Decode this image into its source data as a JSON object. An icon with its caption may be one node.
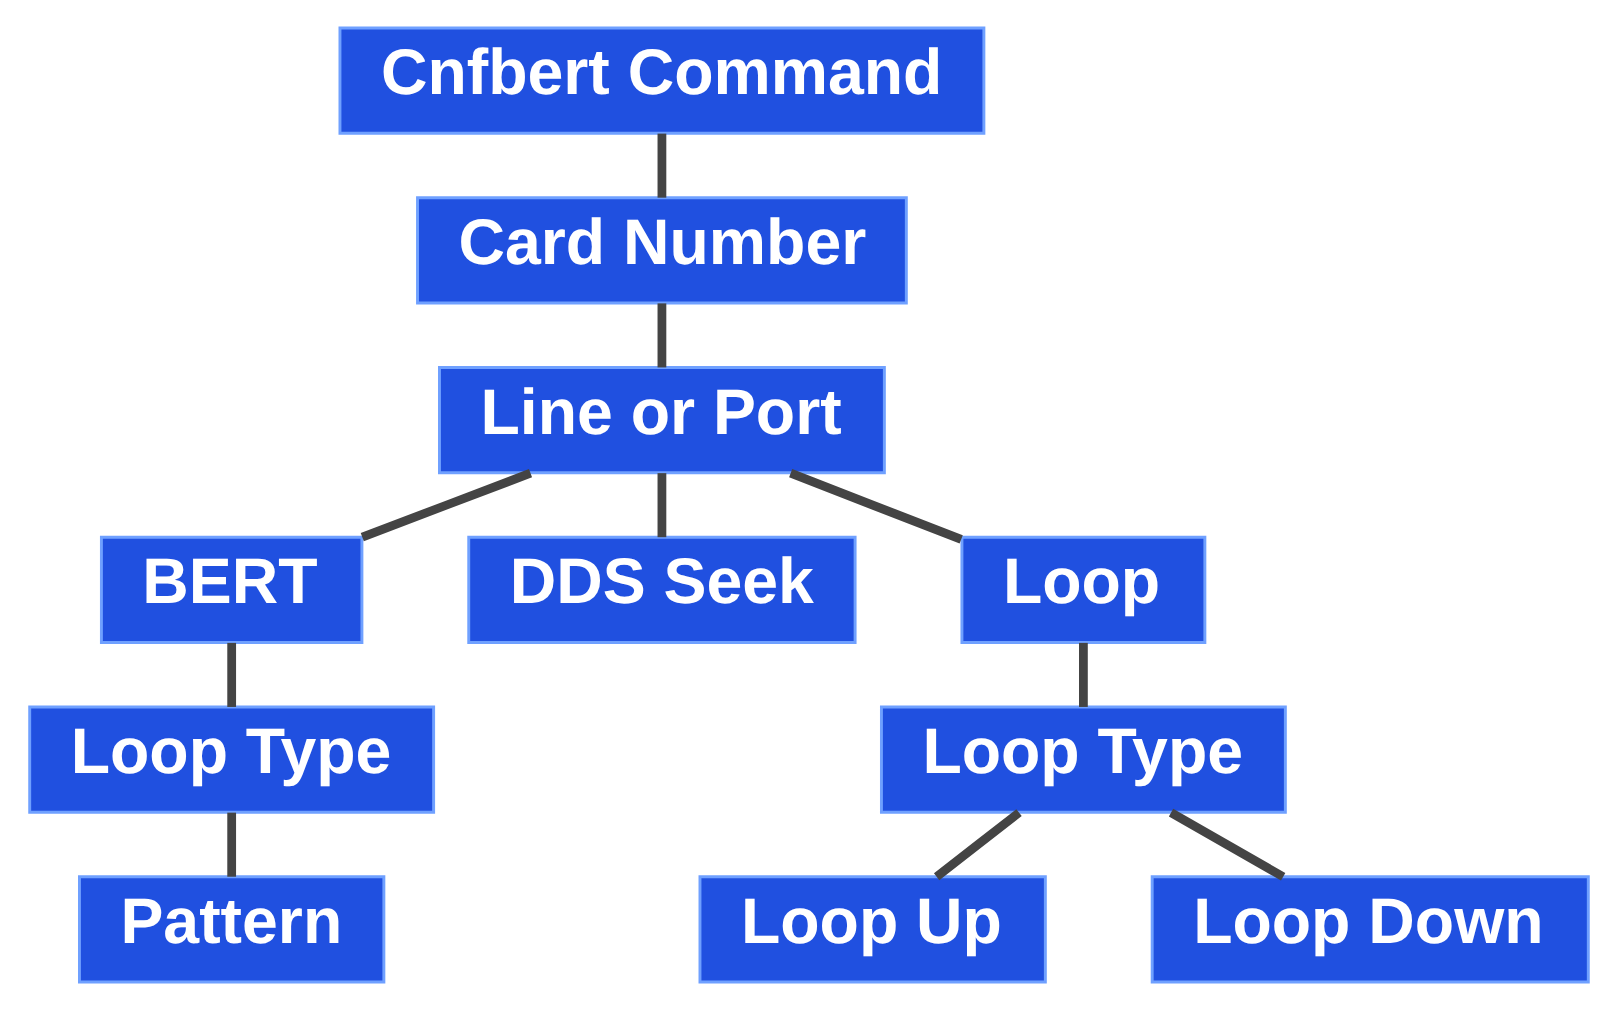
{
  "diagram": {
    "nodes": [
      {
        "text": [
          "Cnfbert Command"
        ]
      },
      {
        "text": [
          "Card Number"
        ]
      },
      {
        "text": [
          "Line or Port"
        ]
      },
      {
        "text": [
          "BERT"
        ]
      },
      {
        "text": [
          "DDS Seek"
        ]
      },
      {
        "text": [
          "Loop"
        ]
      },
      {
        "text": [
          "Loop Type"
        ]
      },
      {
        "text": [
          "Pattern"
        ]
      },
      {
        "text": [
          "Loop Type"
        ]
      },
      {
        "text": [
          "Loop Up"
        ]
      },
      {
        "text": [
          "Loop Down"
        ]
      }
    ],
    "edges": [
      {
        "from": 0,
        "to": 1,
        "arrow": "none"
      },
      {
        "from": 1,
        "to": 2,
        "arrow": "none"
      },
      {
        "from": 2,
        "to": 3,
        "arrow": "none"
      },
      {
        "from": 2,
        "to": 4,
        "arrow": "none"
      },
      {
        "from": 2,
        "to": 5,
        "arrow": "none"
      },
      {
        "from": 3,
        "to": 6,
        "arrow": "none"
      },
      {
        "from": 6,
        "to": 7,
        "arrow": "none"
      },
      {
        "from": 5,
        "to": 8,
        "arrow": "none"
      },
      {
        "from": 8,
        "to": 9,
        "arrow": "none"
      },
      {
        "from": 8,
        "to": 10,
        "arrow": "none"
      }
    ]
  }
}
